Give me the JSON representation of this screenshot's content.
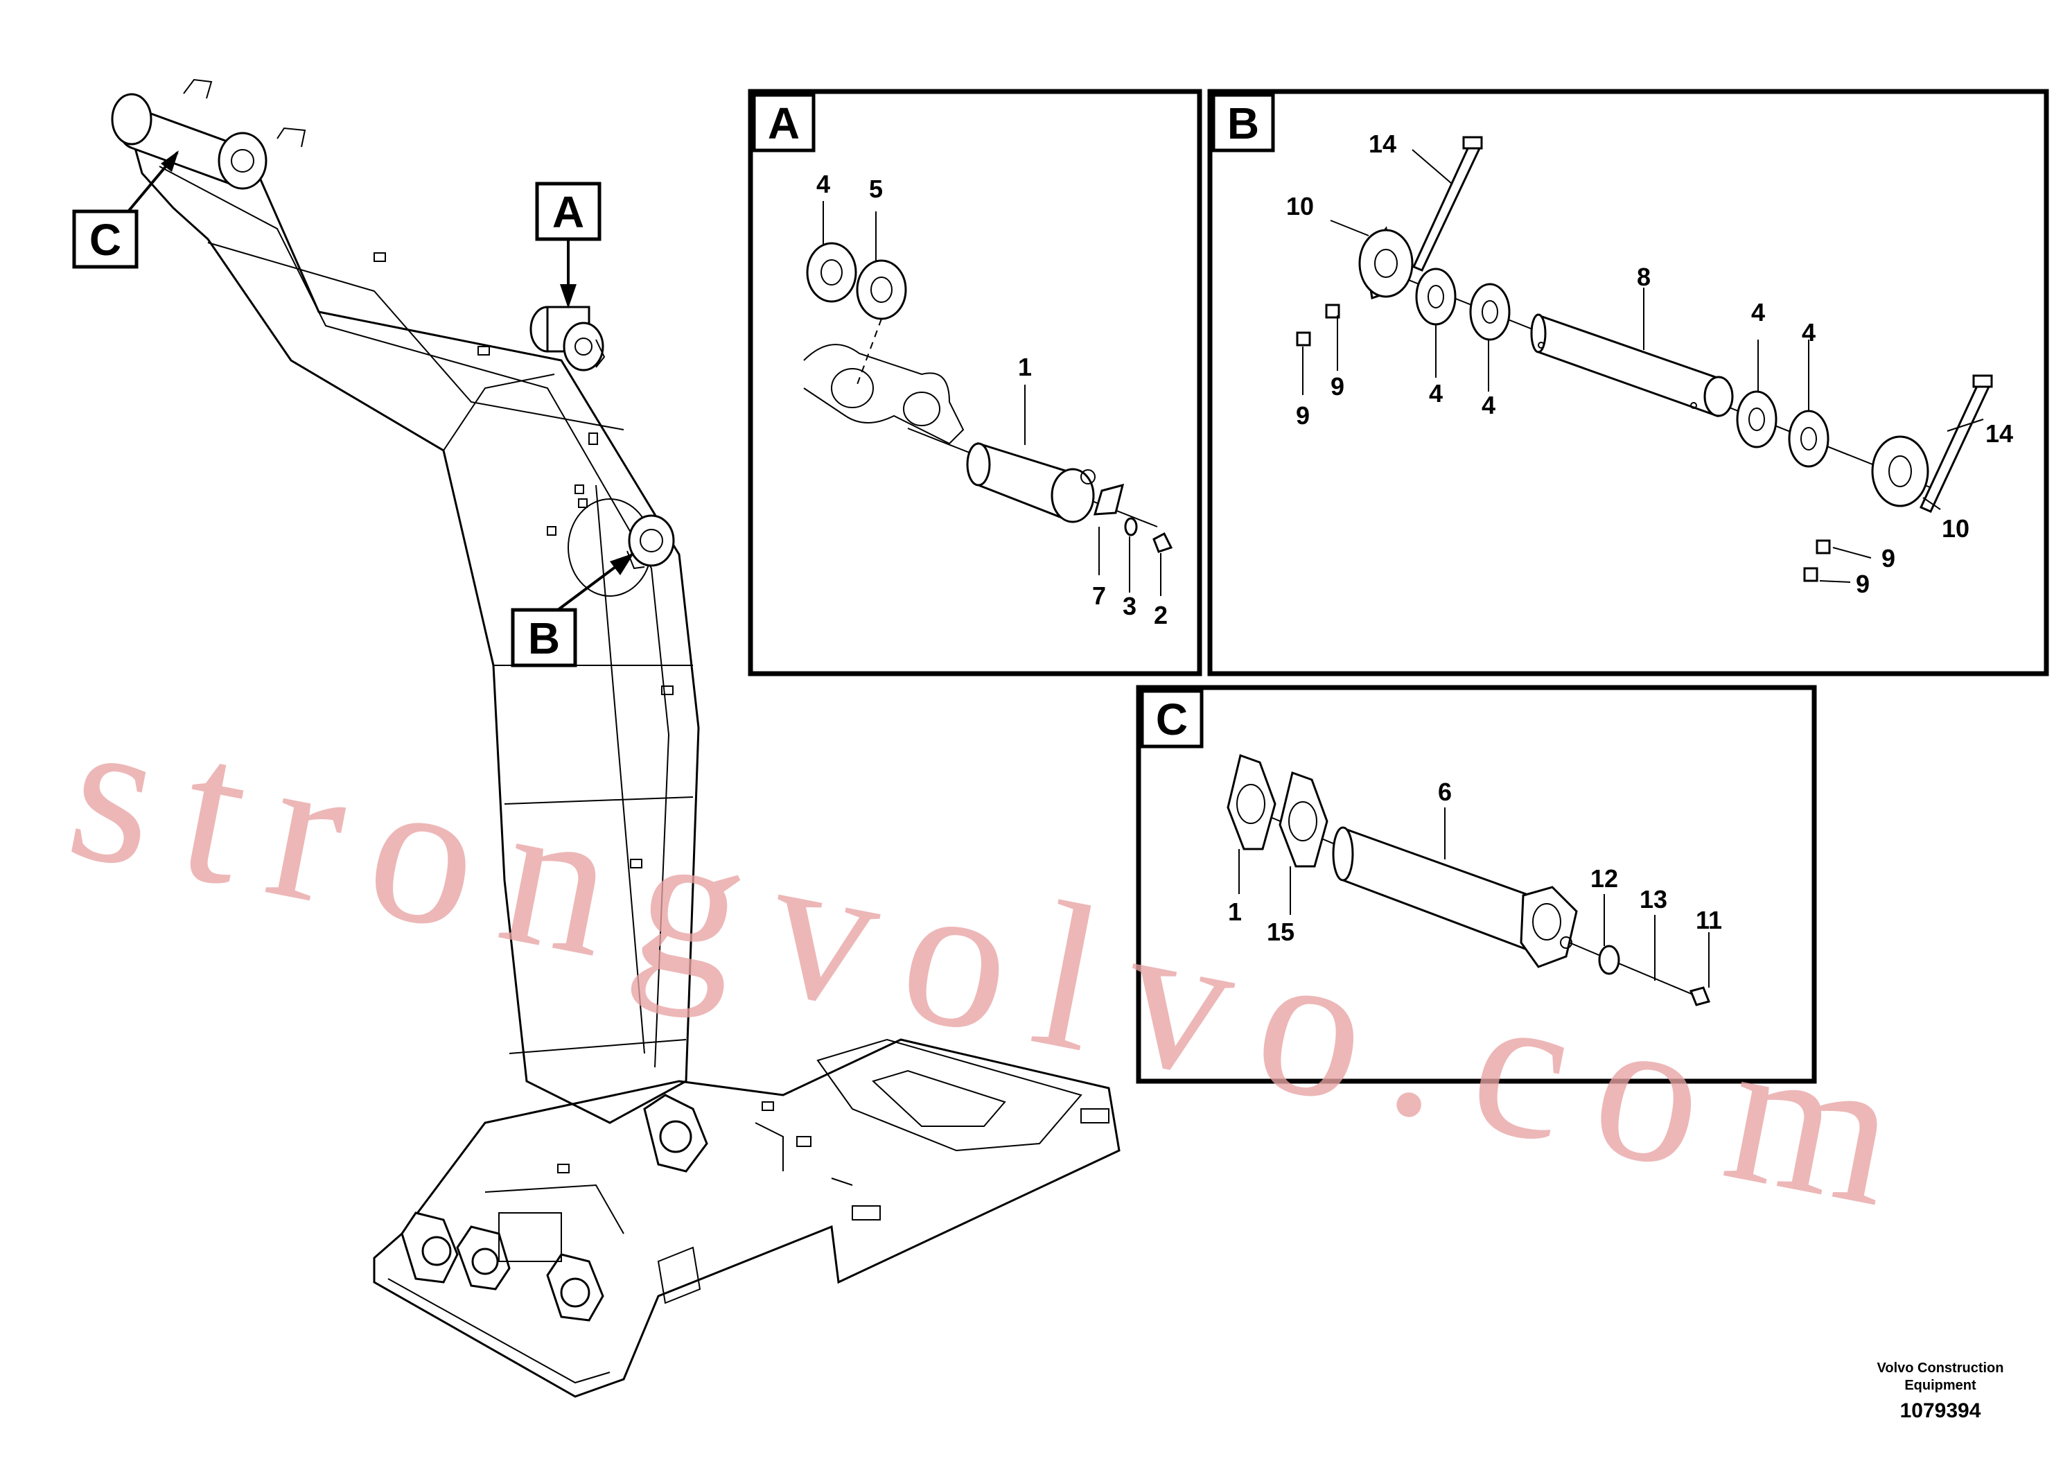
{
  "views": {
    "A": {
      "tag": "A"
    },
    "B": {
      "tag": "B"
    },
    "C": {
      "tag": "C"
    }
  },
  "callouts": {
    "main_a": "A",
    "main_b": "B",
    "main_c": "C"
  },
  "detail_a_labels": [
    "4",
    "5",
    "1",
    "7",
    "3",
    "2"
  ],
  "detail_b_labels": [
    "14",
    "10",
    "9",
    "9",
    "4",
    "4",
    "8",
    "4",
    "4",
    "14",
    "10",
    "9",
    "9"
  ],
  "detail_c_labels": [
    "1",
    "15",
    "6",
    "12",
    "13",
    "11"
  ],
  "watermark": "strongvolvo.com",
  "footer": {
    "brand_line1": "Volvo Construction",
    "brand_line2": "Equipment",
    "drawing_number": "1079394"
  }
}
